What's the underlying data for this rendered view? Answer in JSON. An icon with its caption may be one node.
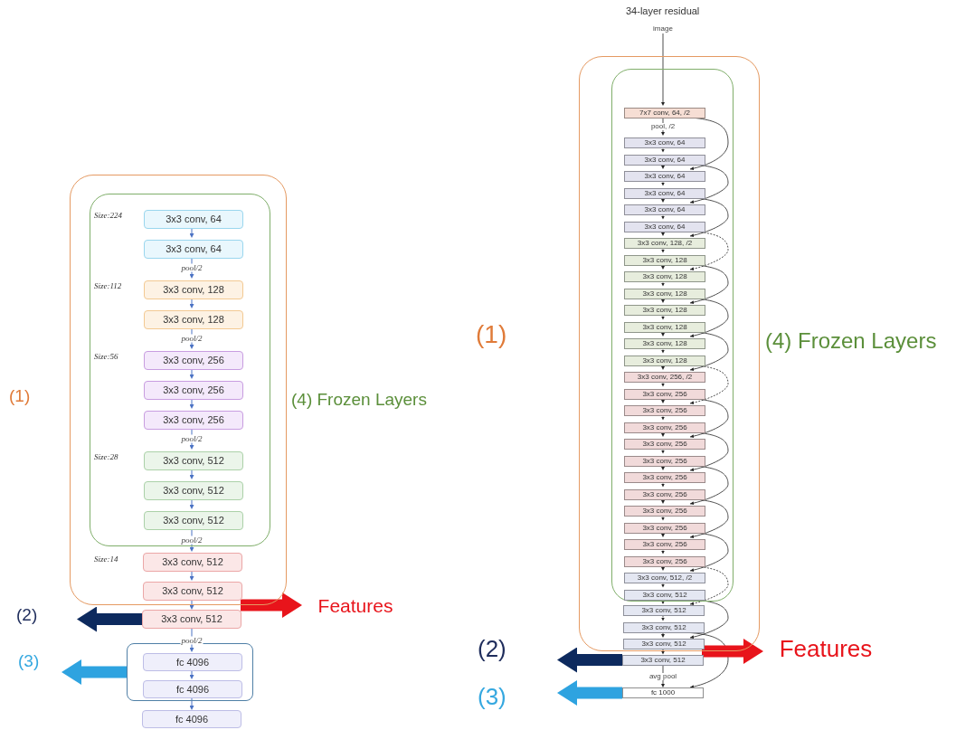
{
  "diagram": {
    "nodes": [
      {
        "text": [],
        "shape": "box",
        "beside": [
          "(1)"
        ]
      },
      {
        "text": [],
        "shape": "box",
        "beside": [
          "(4) Frozen Layers"
        ],
        "in": 0
      },
      {
        "text": [
          "3x3 conv, 64"
        ],
        "in": 1,
        "beside": [
          "Size:224"
        ]
      },
      {
        "text": [
          "3x3 conv, 64"
        ],
        "in": 1
      },
      {
        "text": [
          "3x3 conv, 128"
        ],
        "in": 1,
        "beside": [
          "Size:112"
        ]
      },
      {
        "text": [
          "3x3 conv, 128"
        ],
        "in": 1
      },
      {
        "text": [
          "3x3 conv, 256"
        ],
        "in": 1,
        "beside": [
          "Size:56"
        ]
      },
      {
        "text": [
          "3x3 conv, 256"
        ],
        "in": 1
      },
      {
        "text": [
          "3x3 conv, 256"
        ],
        "in": 1
      },
      {
        "text": [
          "3x3 conv, 512"
        ],
        "in": 1,
        "beside": [
          "Size:28"
        ]
      },
      {
        "text": [
          "3x3 conv, 512"
        ],
        "in": 1
      },
      {
        "text": [
          "3x3 conv, 512"
        ],
        "in": 1
      },
      {
        "text": [
          "3x3 conv, 512"
        ],
        "in": 0,
        "beside": [
          "Size:14"
        ]
      },
      {
        "text": [
          "3x3 conv, 512"
        ],
        "in": 0
      },
      {
        "text": [
          "3x3 conv, 512"
        ]
      },
      {
        "text": [],
        "shape": "box"
      },
      {
        "text": [
          "fc 4096"
        ],
        "in": 15
      },
      {
        "text": [
          "fc 4096"
        ],
        "in": 15
      },
      {
        "text": [
          "fc 4096"
        ]
      },
      {
        "text": [
          "Features"
        ]
      },
      {
        "text": [
          "image"
        ]
      },
      {
        "text": [],
        "shape": "box",
        "beside": [
          "(1)"
        ]
      },
      {
        "text": [],
        "shape": "box",
        "beside": [
          "(4) Frozen Layers"
        ],
        "in": 21
      },
      {
        "text": [
          "7x7 conv, 64, /2"
        ],
        "in": 22
      },
      {
        "text": [
          "3x3 conv, 64"
        ],
        "in": 22
      },
      {
        "text": [
          "3x3 conv, 64"
        ],
        "in": 22
      },
      {
        "text": [
          "3x3 conv, 64"
        ],
        "in": 22
      },
      {
        "text": [
          "3x3 conv, 64"
        ],
        "in": 22
      },
      {
        "text": [
          "3x3 conv, 64"
        ],
        "in": 22
      },
      {
        "text": [
          "3x3 conv, 64"
        ],
        "in": 22
      },
      {
        "text": [
          "3x3 conv, 128, /2"
        ],
        "in": 22
      },
      {
        "text": [
          "3x3 conv, 128"
        ],
        "in": 22
      },
      {
        "text": [
          "3x3 conv, 128"
        ],
        "in": 22
      },
      {
        "text": [
          "3x3 conv, 128"
        ],
        "in": 22
      },
      {
        "text": [
          "3x3 conv, 128"
        ],
        "in": 22
      },
      {
        "text": [
          "3x3 conv, 128"
        ],
        "in": 22
      },
      {
        "text": [
          "3x3 conv, 128"
        ],
        "in": 22
      },
      {
        "text": [
          "3x3 conv, 128"
        ],
        "in": 22
      },
      {
        "text": [
          "3x3 conv, 256, /2"
        ],
        "in": 22
      },
      {
        "text": [
          "3x3 conv, 256"
        ],
        "in": 22
      },
      {
        "text": [
          "3x3 conv, 256"
        ],
        "in": 22
      },
      {
        "text": [
          "3x3 conv, 256"
        ],
        "in": 22
      },
      {
        "text": [
          "3x3 conv, 256"
        ],
        "in": 22
      },
      {
        "text": [
          "3x3 conv, 256"
        ],
        "in": 22
      },
      {
        "text": [
          "3x3 conv, 256"
        ],
        "in": 22
      },
      {
        "text": [
          "3x3 conv, 256"
        ],
        "in": 22
      },
      {
        "text": [
          "3x3 conv, 256"
        ],
        "in": 22
      },
      {
        "text": [
          "3x3 conv, 256"
        ],
        "in": 22
      },
      {
        "text": [
          "3x3 conv, 256"
        ],
        "in": 22
      },
      {
        "text": [
          "3x3 conv, 256"
        ],
        "in": 22
      },
      {
        "text": [
          "3x3 conv, 512, /2"
        ],
        "in": 22
      },
      {
        "text": [
          "3x3 conv, 512"
        ],
        "in": 22
      },
      {
        "text": [
          "3x3 conv, 512"
        ],
        "in": 21
      },
      {
        "text": [
          "3x3 conv, 512"
        ],
        "in": 21
      },
      {
        "text": [
          "3x3 conv, 512"
        ],
        "in": 21
      },
      {
        "text": [
          "3x3 conv, 512"
        ]
      },
      {
        "text": [
          "fc 1000"
        ]
      },
      {
        "text": [
          "Features"
        ]
      }
    ],
    "edges": [
      {
        "from": 2,
        "to": 3,
        "arrow": "to",
        "color": "#4a72c4"
      },
      {
        "from": 3,
        "to": 4,
        "arrow": "to",
        "color": "#4a72c4",
        "label": "pool/2"
      },
      {
        "from": 4,
        "to": 5,
        "arrow": "to",
        "color": "#4a72c4"
      },
      {
        "from": 5,
        "to": 6,
        "arrow": "to",
        "color": "#4a72c4",
        "label": "pool/2"
      },
      {
        "from": 6,
        "to": 7,
        "arrow": "to",
        "color": "#4a72c4"
      },
      {
        "from": 7,
        "to": 8,
        "arrow": "to",
        "color": "#4a72c4"
      },
      {
        "from": 8,
        "to": 9,
        "arrow": "to",
        "color": "#4a72c4",
        "label": "pool/2"
      },
      {
        "from": 9,
        "to": 10,
        "arrow": "to",
        "color": "#4a72c4"
      },
      {
        "from": 10,
        "to": 11,
        "arrow": "to",
        "color": "#4a72c4"
      },
      {
        "from": 11,
        "to": 12,
        "arrow": "to",
        "color": "#4a72c4",
        "label": "pool/2"
      },
      {
        "from": 12,
        "to": 13,
        "arrow": "to",
        "color": "#4a72c4"
      },
      {
        "from": 13,
        "to": 14,
        "arrow": "to",
        "color": "#4a72c4"
      },
      {
        "from": 14,
        "to": 16,
        "arrow": "to",
        "color": "#4a72c4",
        "label": "pool/2"
      },
      {
        "from": 16,
        "to": 17,
        "arrow": "to",
        "color": "#4a72c4"
      },
      {
        "from": 17,
        "to": 18,
        "arrow": "to",
        "color": "#4a72c4"
      },
      {
        "from": 0,
        "to": 19,
        "arrow": "to",
        "style": "thick",
        "color": "#e8141b"
      },
      {
        "from": 14,
        "to": null,
        "arrow": "to",
        "style": "thick",
        "color": "#0d2a5e"
      },
      {
        "from": 15,
        "to": null,
        "arrow": "to",
        "style": "thick",
        "color": "#2ea3e0"
      },
      {
        "from": 20,
        "to": 23,
        "arrow": "to"
      },
      {
        "from": 23,
        "to": 24,
        "arrow": "to",
        "label": "pool, /2"
      },
      {
        "from": 24,
        "to": 25,
        "arrow": "to"
      },
      {
        "from": 25,
        "to": 26,
        "arrow": "to"
      },
      {
        "from": 26,
        "to": 27,
        "arrow": "to"
      },
      {
        "from": 27,
        "to": 28,
        "arrow": "to"
      },
      {
        "from": 28,
        "to": 29,
        "arrow": "to"
      },
      {
        "from": 29,
        "to": 30,
        "arrow": "to"
      },
      {
        "from": 30,
        "to": 31,
        "arrow": "to"
      },
      {
        "from": 31,
        "to": 32,
        "arrow": "to"
      },
      {
        "from": 32,
        "to": 33,
        "arrow": "to"
      },
      {
        "from": 33,
        "to": 34,
        "arrow": "to"
      },
      {
        "from": 34,
        "to": 35,
        "arrow": "to"
      },
      {
        "from": 35,
        "to": 36,
        "arrow": "to"
      },
      {
        "from": 36,
        "to": 37,
        "arrow": "to"
      },
      {
        "from": 37,
        "to": 38,
        "arrow": "to"
      },
      {
        "from": 38,
        "to": 39,
        "arrow": "to"
      },
      {
        "from": 39,
        "to": 40,
        "arrow": "to"
      },
      {
        "from": 40,
        "to": 41,
        "arrow": "to"
      },
      {
        "from": 41,
        "to": 42,
        "arrow": "to"
      },
      {
        "from": 42,
        "to": 43,
        "arrow": "to"
      },
      {
        "from": 43,
        "to": 44,
        "arrow": "to"
      },
      {
        "from": 44,
        "to": 45,
        "arrow": "to"
      },
      {
        "from": 45,
        "to": 46,
        "arrow": "to"
      },
      {
        "from": 46,
        "to": 47,
        "arrow": "to"
      },
      {
        "from": 47,
        "to": 48,
        "arrow": "to"
      },
      {
        "from": 48,
        "to": 49,
        "arrow": "to"
      },
      {
        "from": 49,
        "to": 50,
        "arrow": "to"
      },
      {
        "from": 50,
        "to": 51,
        "arrow": "to"
      },
      {
        "from": 51,
        "to": 52,
        "arrow": "to"
      },
      {
        "from": 52,
        "to": 53,
        "arrow": "to"
      },
      {
        "from": 53,
        "to": 54,
        "arrow": "to"
      },
      {
        "from": 54,
        "to": 55,
        "arrow": "to"
      },
      {
        "from": 55,
        "to": 56,
        "arrow": "to",
        "label": "avg pool"
      },
      {
        "from": 23,
        "to": 26,
        "arrow": "to"
      },
      {
        "from": 25,
        "to": 28,
        "arrow": "to"
      },
      {
        "from": 27,
        "to": 30,
        "arrow": "to"
      },
      {
        "from": 29,
        "to": 32,
        "arrow": "to",
        "style": "dashed"
      },
      {
        "from": 31,
        "to": 34,
        "arrow": "to"
      },
      {
        "from": 33,
        "to": 36,
        "arrow": "to"
      },
      {
        "from": 35,
        "to": 38,
        "arrow": "to"
      },
      {
        "from": 37,
        "to": 40,
        "arrow": "to",
        "style": "dashed"
      },
      {
        "from": 39,
        "to": 42,
        "arrow": "to"
      },
      {
        "from": 41,
        "to": 44,
        "arrow": "to"
      },
      {
        "from": 43,
        "to": 46,
        "arrow": "to"
      },
      {
        "from": 45,
        "to": 48,
        "arrow": "to"
      },
      {
        "from": 47,
        "to": 50,
        "arrow": "to"
      },
      {
        "from": 49,
        "to": 52,
        "arrow": "to",
        "style": "dashed"
      },
      {
        "from": 51,
        "to": 54,
        "arrow": "to"
      },
      {
        "from": 53,
        "to": 56,
        "arrow": "to"
      },
      {
        "from": 21,
        "to": 57,
        "arrow": "to",
        "style": "thick",
        "color": "#e8141b"
      },
      {
        "from": 55,
        "to": null,
        "arrow": "to",
        "style": "thick",
        "color": "#0d2a5e"
      },
      {
        "from": 56,
        "to": null,
        "arrow": "to",
        "style": "thick",
        "color": "#2ea3e0"
      }
    ],
    "labels": [
      "34-layer residual",
      "(2)",
      "(3)",
      "(2)",
      "(3)"
    ]
  }
}
